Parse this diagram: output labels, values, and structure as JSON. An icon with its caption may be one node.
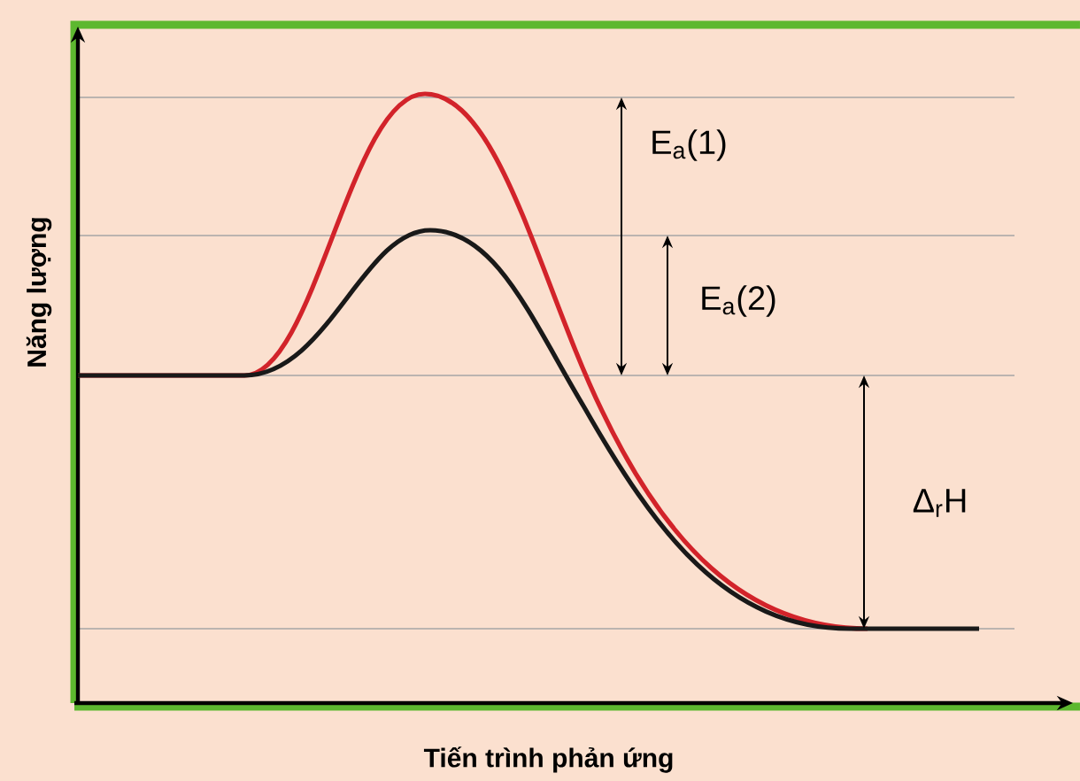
{
  "diagram": {
    "labels": [
      "Năng lượng",
      "E$_{a}$(1)",
      "E$_{a}$(2)",
      "Δ$_{r}$H",
      "Tiến trình phản ứng"
    ]
  }
}
